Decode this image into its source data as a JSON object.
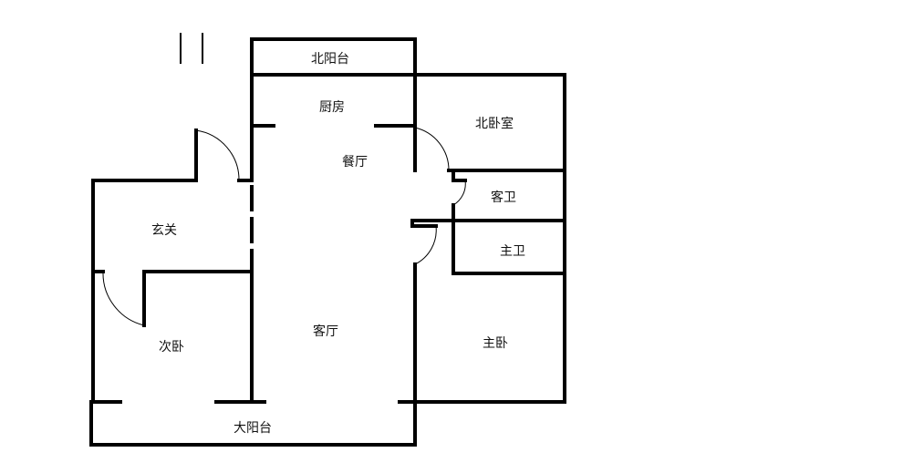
{
  "floorplan": {
    "rooms": {
      "north_balcony": "北阳台",
      "kitchen": "厨房",
      "dining_room": "餐厅",
      "north_bedroom": "北卧室",
      "guest_bathroom": "客卫",
      "master_bathroom": "主卫",
      "entrance_hall": "玄关",
      "second_bedroom": "次卧",
      "living_room": "客厅",
      "master_bedroom": "主卧",
      "main_balcony": "大阳台"
    }
  }
}
